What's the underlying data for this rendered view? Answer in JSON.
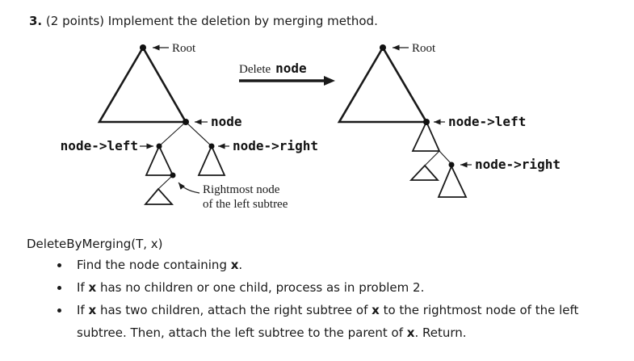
{
  "colors": {
    "ink": "#1a1a1a",
    "background": "#ffffff"
  },
  "title": {
    "num": "3.",
    "rest": " (2 points) Implement the deletion by merging method."
  },
  "diagram": {
    "left_tree": {
      "root_label": "Root",
      "node_label": "node",
      "node_left_label": "node->left",
      "node_right_label": "node->right",
      "rightmost_line1": "Rightmost node",
      "rightmost_line2": "of the left subtree"
    },
    "transition": {
      "word": "Delete",
      "code": "node"
    },
    "right_tree": {
      "root_label": "Root",
      "node_left_label": "node->left",
      "node_right_label": "node->right"
    }
  },
  "algorithm": {
    "heading": "DeleteByMerging(T, x)",
    "b1": {
      "s1": "Find the node containing ",
      "x": "x",
      "s2": "."
    },
    "b2": {
      "s1": "If ",
      "x": "x",
      "s2": " has no children or one child, process as in problem 2."
    },
    "b3l1": {
      "s1": "If ",
      "x1": "x",
      "s2": " has two children, attach the right subtree of ",
      "x2": "x",
      "s3": " to the rightmost node of the left"
    },
    "b3l2": {
      "s1": "subtree. Then, attach the left subtree to the parent of ",
      "x": "x",
      "s2": ". Return."
    }
  }
}
